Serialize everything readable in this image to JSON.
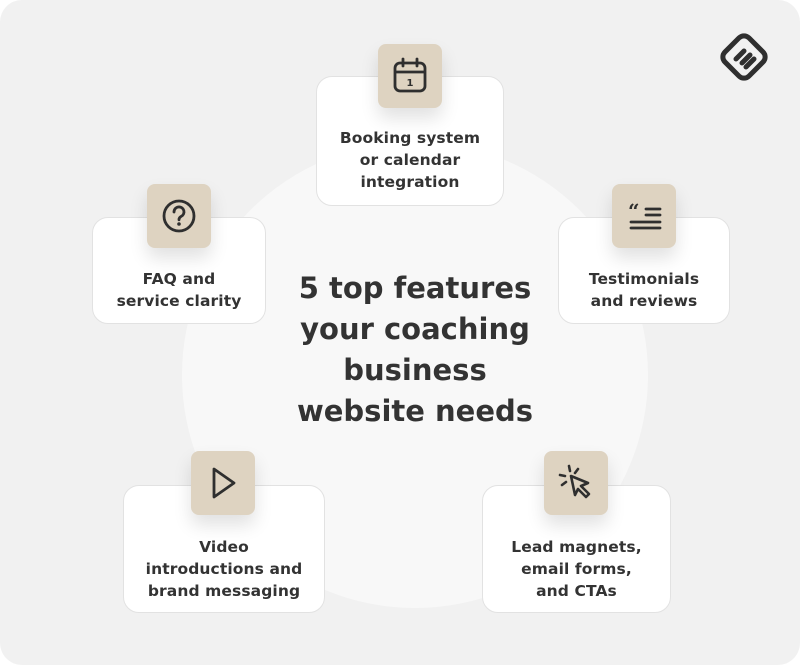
{
  "title": {
    "line1": "5 top features",
    "line2": "your coaching",
    "line3": "business",
    "line4": "website needs"
  },
  "logo": {
    "icon": "brand-logo-icon"
  },
  "colors": {
    "background": "#f1f1f1",
    "circle": "#f8f8f8",
    "card": "#ffffff",
    "icon_box": "#ded3c1",
    "text": "#333333"
  },
  "features": [
    {
      "icon": "calendar-icon",
      "lines": [
        "Booking system",
        "or calendar",
        "integration"
      ],
      "calendar_day": "1"
    },
    {
      "icon": "question-circle-icon",
      "lines": [
        "FAQ and",
        "service clarity"
      ]
    },
    {
      "icon": "quote-text-icon",
      "lines": [
        "Testimonials",
        "and reviews"
      ]
    },
    {
      "icon": "play-icon",
      "lines": [
        "Video",
        "introductions and",
        "brand messaging"
      ]
    },
    {
      "icon": "cursor-click-icon",
      "lines": [
        "Lead magnets,",
        "email forms,",
        "and CTAs"
      ]
    }
  ]
}
